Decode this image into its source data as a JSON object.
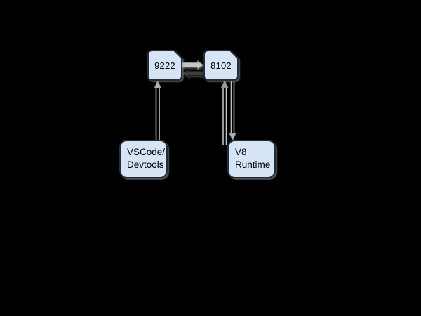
{
  "canvas": {
    "background": "#000000"
  },
  "diagram": {
    "node_fill": "#d6e4f6",
    "node_border": "#222e3a",
    "text_color": "#000000",
    "nodes": {
      "port9222": {
        "label": "9222",
        "shape": "card"
      },
      "port8102": {
        "label": "8102",
        "shape": "card"
      },
      "vscode": {
        "label_line1": "VSCode/",
        "label_line2": "Devtools",
        "shape": "rounded-rectangle"
      },
      "v8": {
        "label_line1": "V8",
        "label_line2": "Runtime",
        "shape": "rounded-rectangle"
      }
    },
    "edge_colors": {
      "block_light_fill": "#c6c6c6",
      "block_light_outline": "#7e7e7e",
      "block_dark_fill": "#3d3d3d",
      "block_dark_outline": "#161616",
      "connector_line": "#c2c2c2",
      "arrowhead_fill": "#b5b5b5",
      "arrowhead_outline": "#8a8a8a",
      "arrowhead_dark_fill": "#9c9c9c"
    },
    "edges": [
      {
        "from": "9222",
        "to": "8102",
        "direction": "right",
        "style": "thick block arrow",
        "color": "light-gray"
      },
      {
        "from": "8102",
        "to": "9222",
        "direction": "left",
        "style": "thick block arrow",
        "color": "dark-gray"
      },
      {
        "from": "VSCode/Devtools",
        "to": "9222",
        "direction": "up",
        "style": "double-line arrow"
      },
      {
        "from": "V8 Runtime",
        "to": "8102",
        "direction": "up",
        "style": "double-line arrow"
      },
      {
        "from": "8102",
        "to": "V8 Runtime",
        "direction": "down",
        "style": "double-line arrow"
      }
    ]
  }
}
